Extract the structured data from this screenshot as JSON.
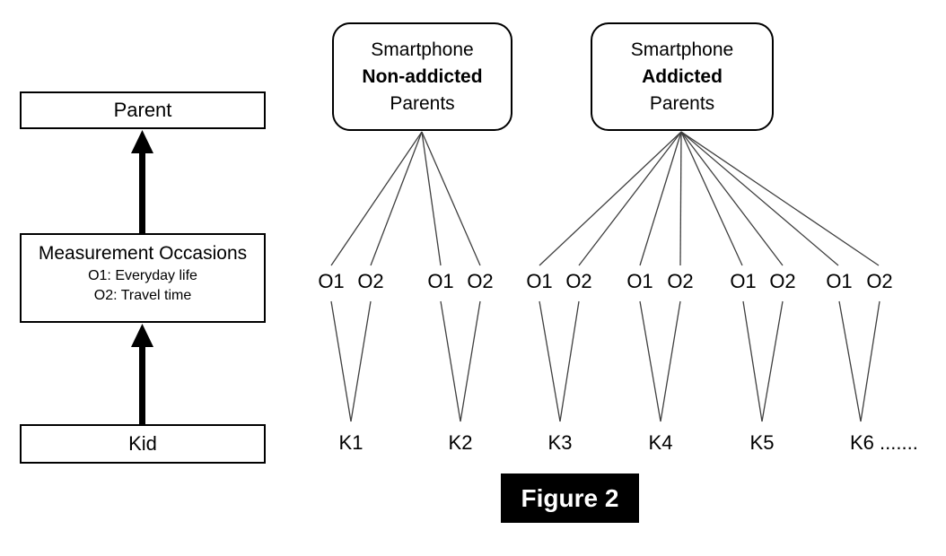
{
  "colors": {
    "ink": "#000000",
    "connector": "#3f3f3f",
    "background": "#ffffff",
    "caption_bg": "#000000",
    "caption_fg": "#ffffff"
  },
  "left_panel": {
    "parent_label": "Parent",
    "measurement_title": "Measurement Occasions",
    "measurement_line1": "O1: Everyday life",
    "measurement_line2": "O2: Travel time",
    "kid_label": "Kid"
  },
  "groups": [
    {
      "line1": "Smartphone",
      "line2": "Non-addicted",
      "line3": "Parents"
    },
    {
      "line1": "Smartphone",
      "line2": "Addicted",
      "line3": "Parents"
    }
  ],
  "occasions": [
    "O1",
    "O2",
    "O1",
    "O2",
    "O1",
    "O2",
    "O1",
    "O2",
    "O1",
    "O2",
    "O1",
    "O2"
  ],
  "kids": [
    "K1",
    "K2",
    "K3",
    "K4",
    "K5",
    "K6 ......."
  ],
  "caption": "Figure 2",
  "structure": {
    "non_addicted_kids": [
      "K1",
      "K2"
    ],
    "addicted_kids": [
      "K3",
      "K4",
      "K5",
      "K6"
    ]
  }
}
